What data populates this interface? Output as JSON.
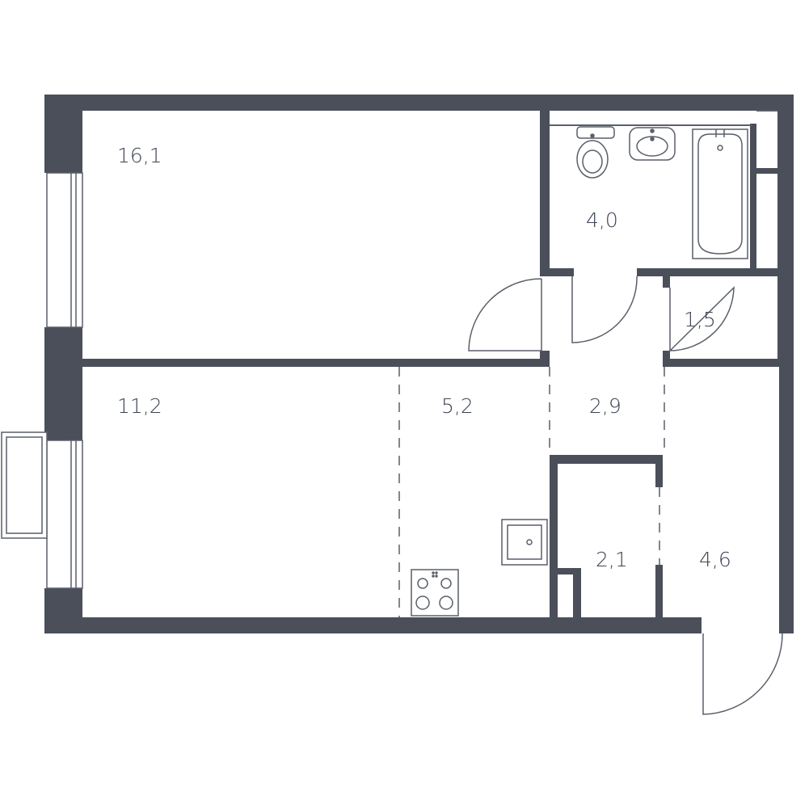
{
  "colors": {
    "wall": "#4a4f5a",
    "thin_line": "#5a5f6a",
    "background": "#ffffff",
    "label": "#3d4452"
  },
  "rooms": [
    {
      "id": "bedroom",
      "area": "16,1"
    },
    {
      "id": "bathroom",
      "area": "4,0"
    },
    {
      "id": "storage",
      "area": "1,5"
    },
    {
      "id": "living",
      "area": "11,2"
    },
    {
      "id": "kitchen",
      "area": "5,2"
    },
    {
      "id": "corridor",
      "area": "2,9"
    },
    {
      "id": "wardrobe",
      "area": "2,1"
    },
    {
      "id": "hall",
      "area": "4,6"
    }
  ],
  "fixtures": [
    "toilet-icon",
    "sink-icon",
    "bathtub-icon",
    "kitchen-sink-icon",
    "stove-icon"
  ]
}
